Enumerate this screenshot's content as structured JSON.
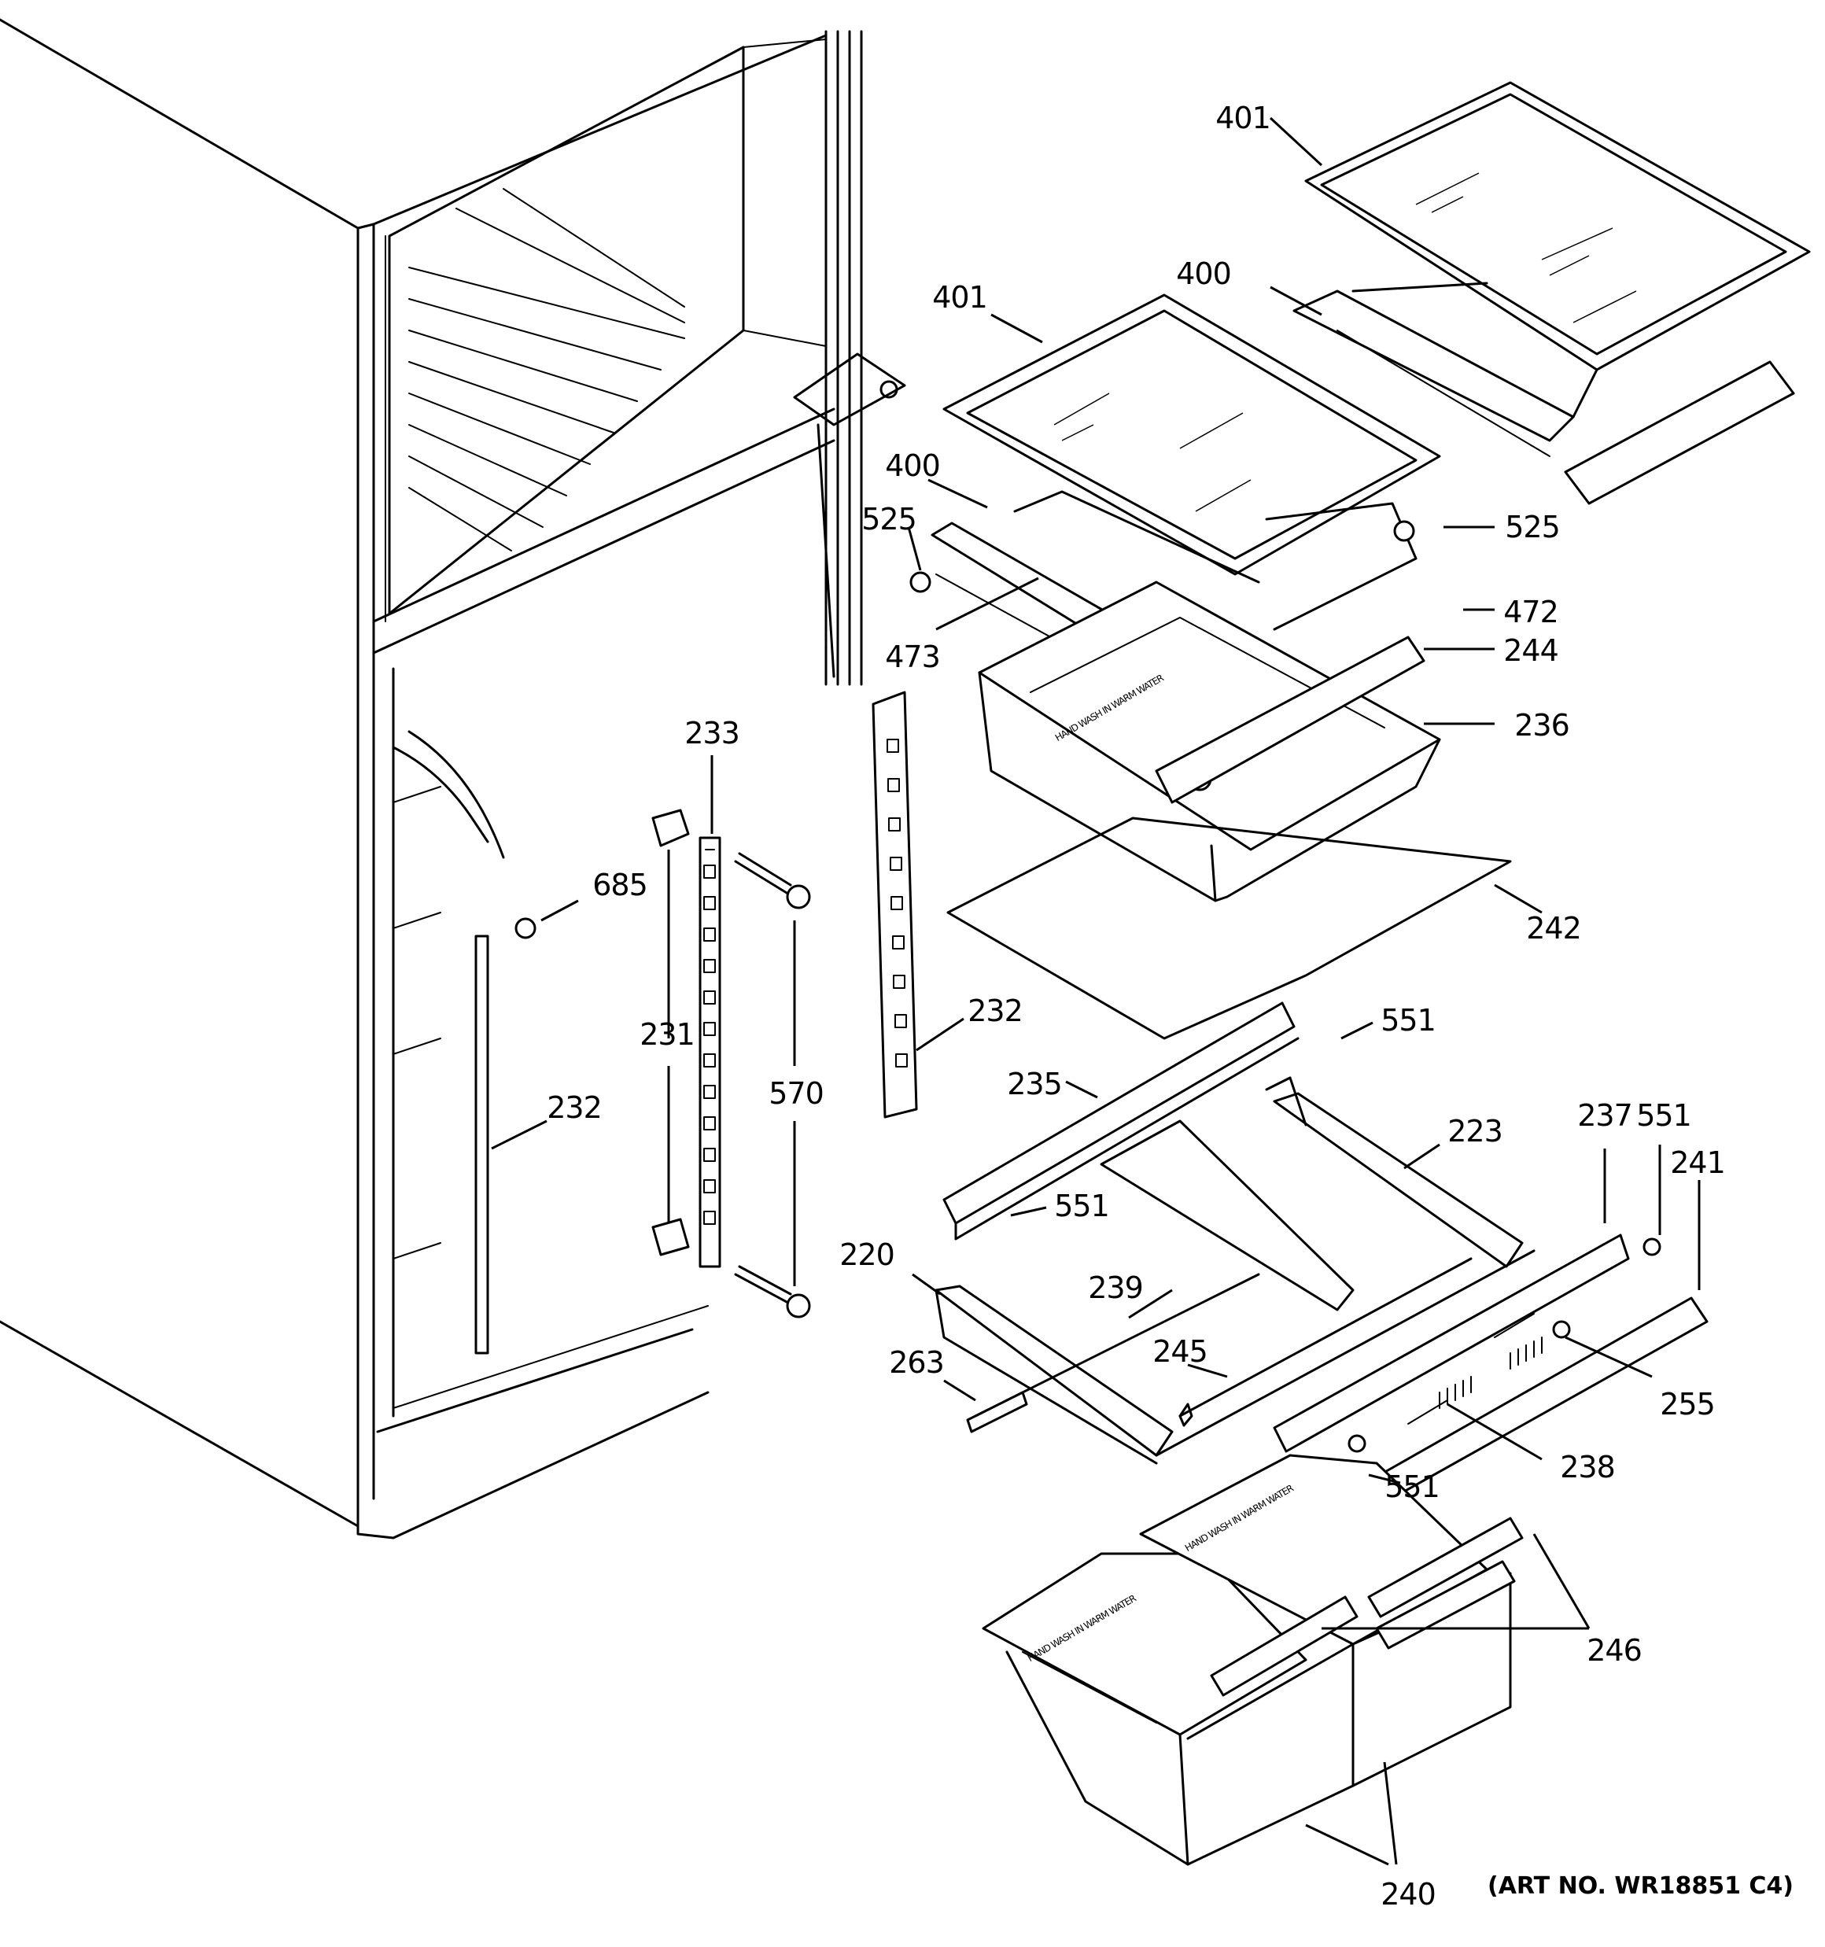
{
  "labels": {
    "p401a": "401",
    "p401b": "401",
    "p400a": "400",
    "p400b": "400",
    "p525a": "525",
    "p525b": "525",
    "p472": "472",
    "p473": "473",
    "p244": "244",
    "p236": "236",
    "p242": "242",
    "p233": "233",
    "p685": "685",
    "p231": "231",
    "p570": "570",
    "p232a": "232",
    "p232b": "232",
    "p551a": "551",
    "p551b": "551",
    "p551c": "551",
    "p551d": "551",
    "p235": "235",
    "p223": "223",
    "p237": "237",
    "p241": "241",
    "p220": "220",
    "p239": "239",
    "p263": "263",
    "p245": "245",
    "p255": "255",
    "p238": "238",
    "p246": "246",
    "p240": "240"
  },
  "art_number": "(ART NO. WR18851 C4)",
  "drawer_text": {
    "pan_top": "HAND WASH IN WARM WATER",
    "pan_left": "HAND WASH IN WARM WATER",
    "pan_right": "HAND WASH IN WARM WATER"
  }
}
